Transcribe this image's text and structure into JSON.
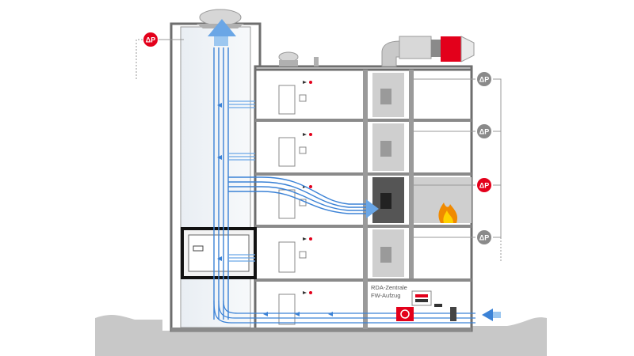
{
  "diagram": {
    "labels": {
      "rda_central": "RDA-Zentrale",
      "fw_lift": "FW-Aufzug"
    },
    "pressure_sensor": "ΔP",
    "colors": {
      "airflow": "#3b82d6",
      "airflow_light": "#9cc7f0",
      "alarm_red": "#e3001b",
      "sensor_gray": "#8a8a8a",
      "wall": "#7a7a7a",
      "ground": "#bdbdbd",
      "fire": "#f08a00"
    },
    "sensors": [
      {
        "id": "roof-shaft",
        "state": "active"
      },
      {
        "id": "floor-4",
        "state": "idle"
      },
      {
        "id": "floor-3",
        "state": "idle"
      },
      {
        "id": "floor-2",
        "state": "active"
      },
      {
        "id": "floor-1",
        "state": "idle"
      }
    ],
    "icons": [
      "fan-icon",
      "fire-icon",
      "smoke-detector-icon",
      "control-panel-icon",
      "air-intake-icon"
    ]
  }
}
